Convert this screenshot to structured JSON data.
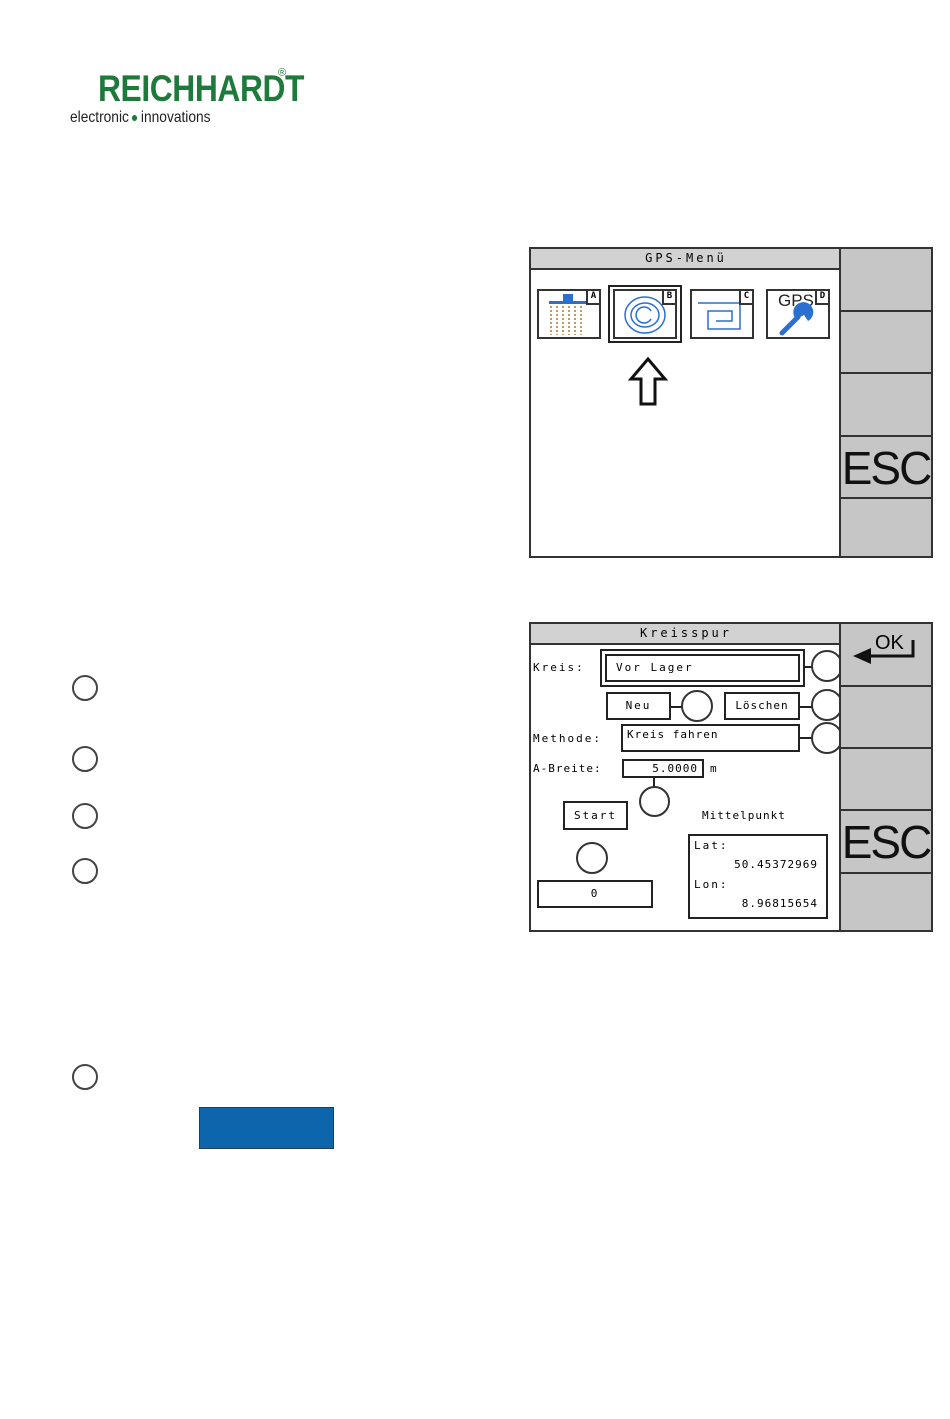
{
  "logo": {
    "brand": "REICHHARDT",
    "reg": "®",
    "sub_left": "electronic",
    "sub_right": "innovations"
  },
  "gps_menu": {
    "title": "GPS-Menü",
    "icons": [
      {
        "letter": "A",
        "name": "boom-section-icon"
      },
      {
        "letter": "B",
        "name": "spiral-track-icon"
      },
      {
        "letter": "C",
        "name": "parallel-track-icon"
      },
      {
        "letter": "D",
        "name": "gps-settings-icon",
        "label": "GPS"
      }
    ],
    "softkeys": [
      "",
      "",
      "",
      "ESC",
      ""
    ]
  },
  "kreisspur": {
    "title": "Kreisspur",
    "kreis_label": "Kreis:",
    "kreis_value": "Vor Lager",
    "neu_label": "Neu",
    "loeschen_label": "Löschen",
    "methode_label": "Methode:",
    "methode_value": "Kreis fahren",
    "abreite_label": "A-Breite:",
    "abreite_value": "5.0000",
    "abreite_unit": "m",
    "start_label": "Start",
    "counter_value": "0",
    "mittelpunkt_label": "Mittelpunkt",
    "lat_label": "Lat:",
    "lat_value": "50.45372969",
    "lon_label": "Lon:",
    "lon_value": "8.96815654",
    "softkeys": {
      "ok": "OK",
      "esc": "ESC"
    }
  },
  "colors": {
    "brand_green": "#1e7a3a",
    "button_blue": "#0d66ab",
    "icon_blue": "#2b6fd0"
  }
}
